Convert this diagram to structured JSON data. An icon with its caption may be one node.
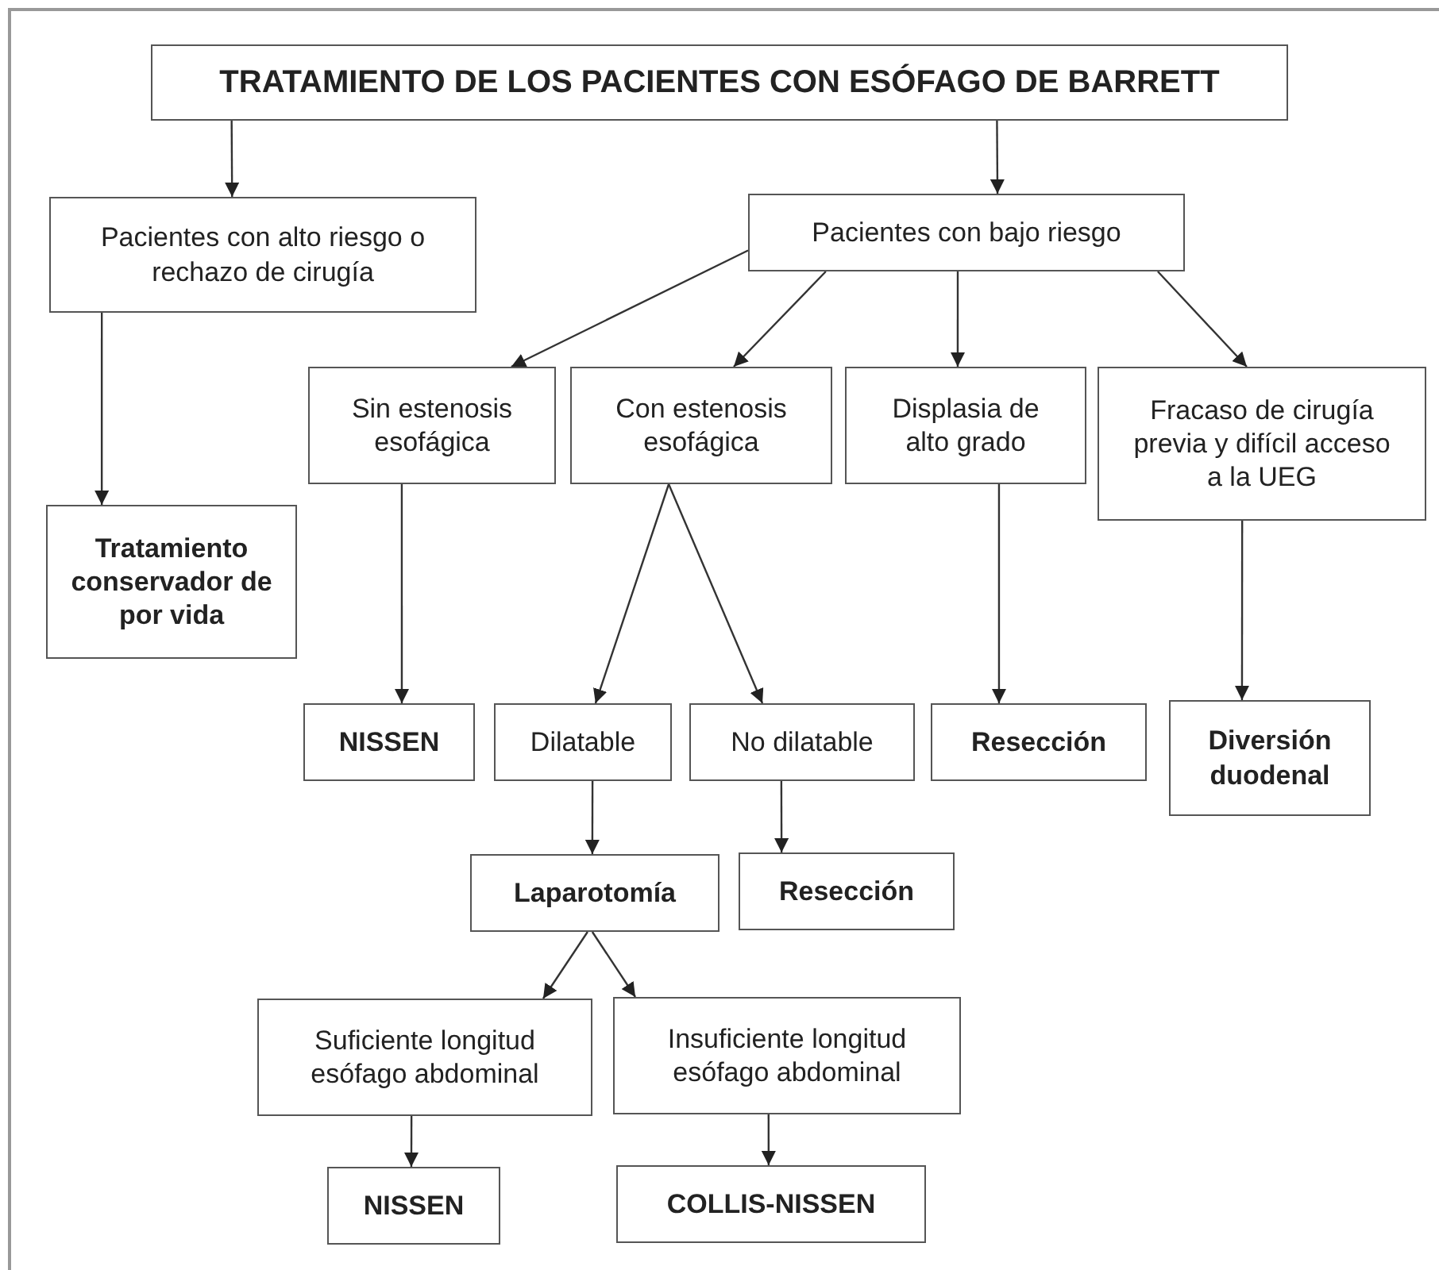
{
  "diagram": {
    "nodes": [
      {
        "text": [
          "TRATAMIENTO DE LOS PACIENTES CON ESÓFAGO DE  BARRETT"
        ]
      },
      {
        "text": [
          "Pacientes con alto riesgo o rechazo de cirugía"
        ]
      },
      {
        "text": [
          "Pacientes con bajo riesgo"
        ]
      },
      {
        "text": [
          "Sin estenosis esofágica"
        ]
      },
      {
        "text": [
          "Con estenosis esofágica"
        ]
      },
      {
        "text": [
          "Displasia de alto grado"
        ]
      },
      {
        "text": [
          "Fracaso de cirugía previa y difícil acceso a la UEG"
        ]
      },
      {
        "text": [
          "Tratamiento conservador de por vida"
        ]
      },
      {
        "text": [
          "NISSEN"
        ]
      },
      {
        "text": [
          "Dilatable"
        ]
      },
      {
        "text": [
          "No dilatable"
        ]
      },
      {
        "text": [
          "Resección"
        ]
      },
      {
        "text": [
          "Diversión duodenal"
        ]
      },
      {
        "text": [
          "Laparotomía"
        ]
      },
      {
        "text": [
          "Resección"
        ]
      },
      {
        "text": [
          "Suficiente longitud esófago abdominal"
        ]
      },
      {
        "text": [
          "Insuficiente longitud esófago abdominal"
        ]
      },
      {
        "text": [
          "NISSEN"
        ]
      },
      {
        "text": [
          "COLLIS-NISSEN"
        ]
      }
    ],
    "edges": [
      {
        "from": 0,
        "to": 1,
        "arrow": "to"
      },
      {
        "from": 0,
        "to": 2,
        "arrow": "to"
      },
      {
        "from": 1,
        "to": 7,
        "arrow": "to"
      },
      {
        "from": 2,
        "to": 3,
        "arrow": "to"
      },
      {
        "from": 2,
        "to": 4,
        "arrow": "to"
      },
      {
        "from": 2,
        "to": 5,
        "arrow": "to"
      },
      {
        "from": 2,
        "to": 6,
        "arrow": "to"
      },
      {
        "from": 3,
        "to": 8,
        "arrow": "to"
      },
      {
        "from": 4,
        "to": 9,
        "arrow": "to"
      },
      {
        "from": 4,
        "to": 10,
        "arrow": "to"
      },
      {
        "from": 5,
        "to": 11,
        "arrow": "to"
      },
      {
        "from": 6,
        "to": 12,
        "arrow": "to"
      },
      {
        "from": 9,
        "to": 13,
        "arrow": "to"
      },
      {
        "from": 10,
        "to": 14,
        "arrow": "to"
      },
      {
        "from": 13,
        "to": 15,
        "arrow": "to"
      },
      {
        "from": 13,
        "to": 16,
        "arrow": "to"
      },
      {
        "from": 15,
        "to": 17,
        "arrow": "to"
      },
      {
        "from": 16,
        "to": 18,
        "arrow": "to"
      }
    ]
  }
}
